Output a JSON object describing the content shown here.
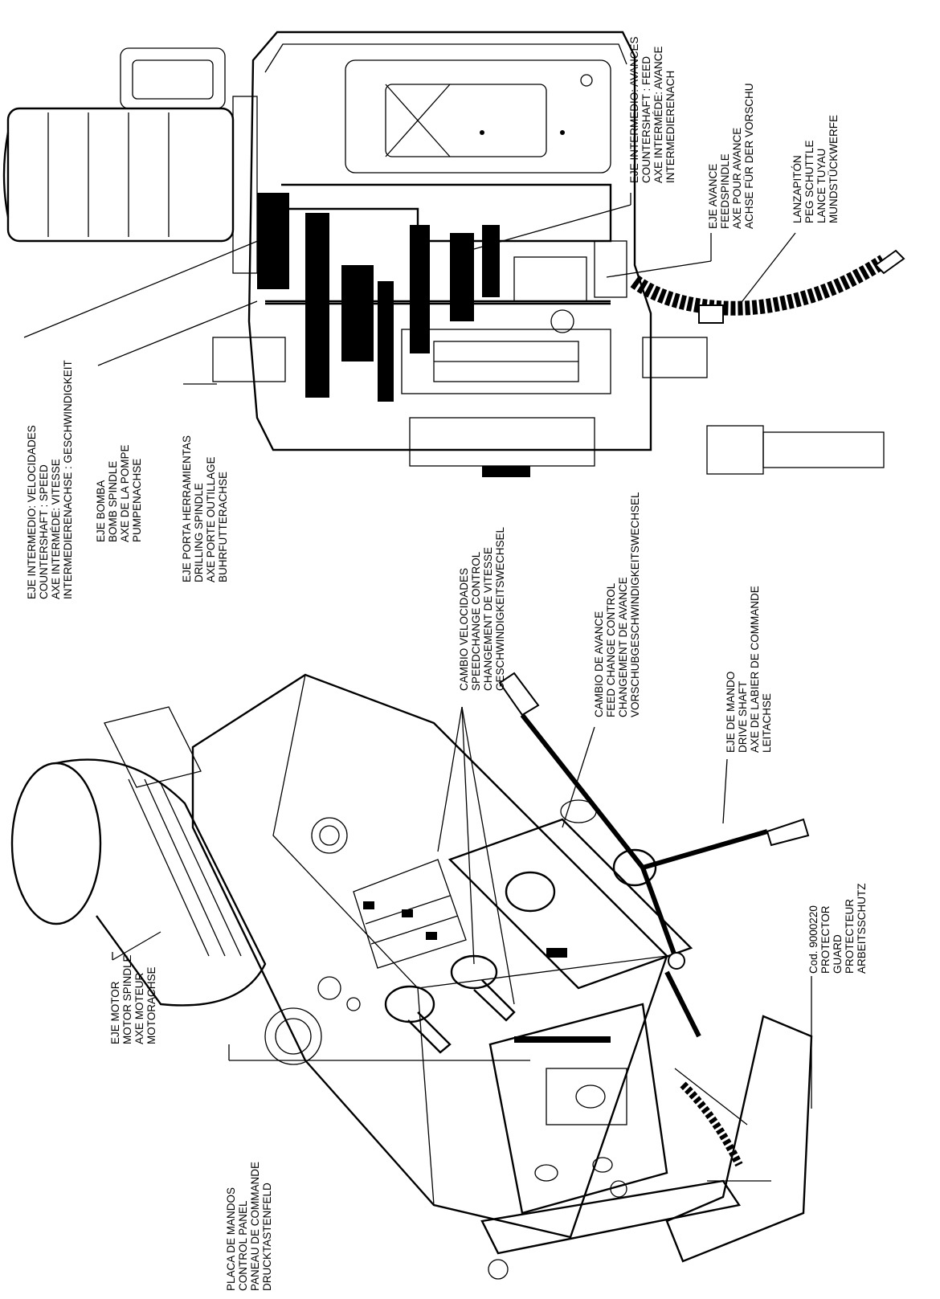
{
  "labels": {
    "eje_motor": [
      "EJE MOTOR",
      "MOTOR SPINDLE",
      "AXE MOTEUR",
      "MOTORACHSE"
    ],
    "placa_mandos": [
      "PLACA DE MANDOS",
      "CONTROL PANEL",
      "PANEAU DE COMMANDE",
      "DRUCKTASTENFELD"
    ],
    "eje_intermedio_vel": [
      "EJE INTERMEDIO: VELOCIDADES",
      "COUNTERSHAFT : SPEED",
      "AXE INTERMÉDE: VITESSE",
      "INTERMEDIERENACHSE : GESCHWINDIGKEIT"
    ],
    "eje_bomba": [
      "EJE BOMBA",
      "BOMB SPINDLE",
      "AXE DE LA POMPE",
      "PUMPENACHSE"
    ],
    "eje_porta": [
      "EJE PORTA HERRAMIENTAS",
      "DRILLING SPINDLE",
      "AXE PORTE OUTILLAGE",
      "BUHRFUTTERACHSE"
    ],
    "cambio_velocidades": [
      "CAMBIO VELOCIDADES",
      "SPEEDCHANGE CONTROL",
      "CHANGEMENT DE VITESSE",
      "GESCHWINDIGKEITSWECHSEL"
    ],
    "cambio_avance": [
      "CAMBIO DE AVANCE",
      "FEED CHANGE CONTROL",
      "CHANGEMENT DE AVANCE",
      "VORSCHUBGESCHWINDIGKEITSWECHSEL"
    ],
    "eje_mando": [
      "EJE DE MANDO",
      "DRIVE SHAFT",
      "AXE DE LABIER DE COMMANDE",
      "LEITACHSE"
    ],
    "protector": [
      "Cod. 9000220",
      "PROTECTOR",
      "GUARD",
      "PROTECTEUR",
      "ARBEITSSCHUTZ"
    ],
    "eje_intermedio_av": [
      "EJE INTERMEDIO: AVANCES",
      "COUNTERSHAFT : FEED",
      "AXE INTERMÉDE: AVANCE",
      "INTERMEDIERENACH"
    ],
    "eje_avance": [
      "EJE AVANCE",
      "FEEDSPINDLE",
      "AXE POUR AVANCE",
      "ACHSE FÜR DER VORSCHU"
    ],
    "lanzapiton": [
      "LANZAPITÓN",
      "PEG SCHUTTLE",
      "LANCE TUYAU",
      "MUNDSTÜCKWERFE"
    ]
  }
}
